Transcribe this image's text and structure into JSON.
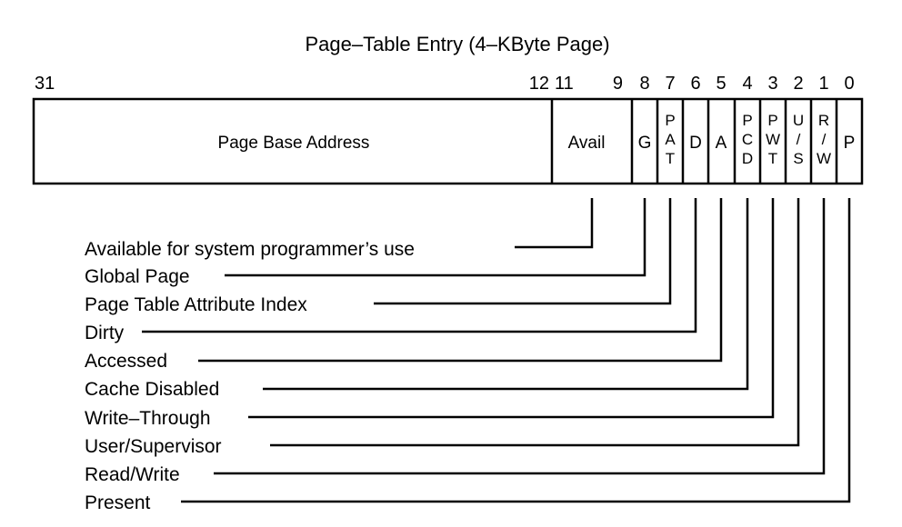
{
  "title": "Page–Table Entry (4–KByte Page)",
  "bit_numbers": [
    "31",
    "12",
    "11",
    "9",
    "8",
    "7",
    "6",
    "5",
    "4",
    "3",
    "2",
    "1",
    "0"
  ],
  "fields": {
    "base_address": "Page Base Address",
    "avail": "Avail",
    "g": "G",
    "pat": [
      "P",
      "A",
      "T"
    ],
    "d": "D",
    "a": "A",
    "pcd": [
      "P",
      "C",
      "D"
    ],
    "pwt": [
      "P",
      "W",
      "T"
    ],
    "us": [
      "U",
      "/",
      "S"
    ],
    "rw": [
      "R",
      "/",
      "W"
    ],
    "p": "P"
  },
  "legend": [
    "Available for system programmer’s use",
    "Global Page",
    "Page Table Attribute Index",
    "Dirty",
    "Accessed",
    "Cache Disabled",
    "Write–Through",
    "User/Supervisor",
    "Read/Write",
    "Present"
  ]
}
